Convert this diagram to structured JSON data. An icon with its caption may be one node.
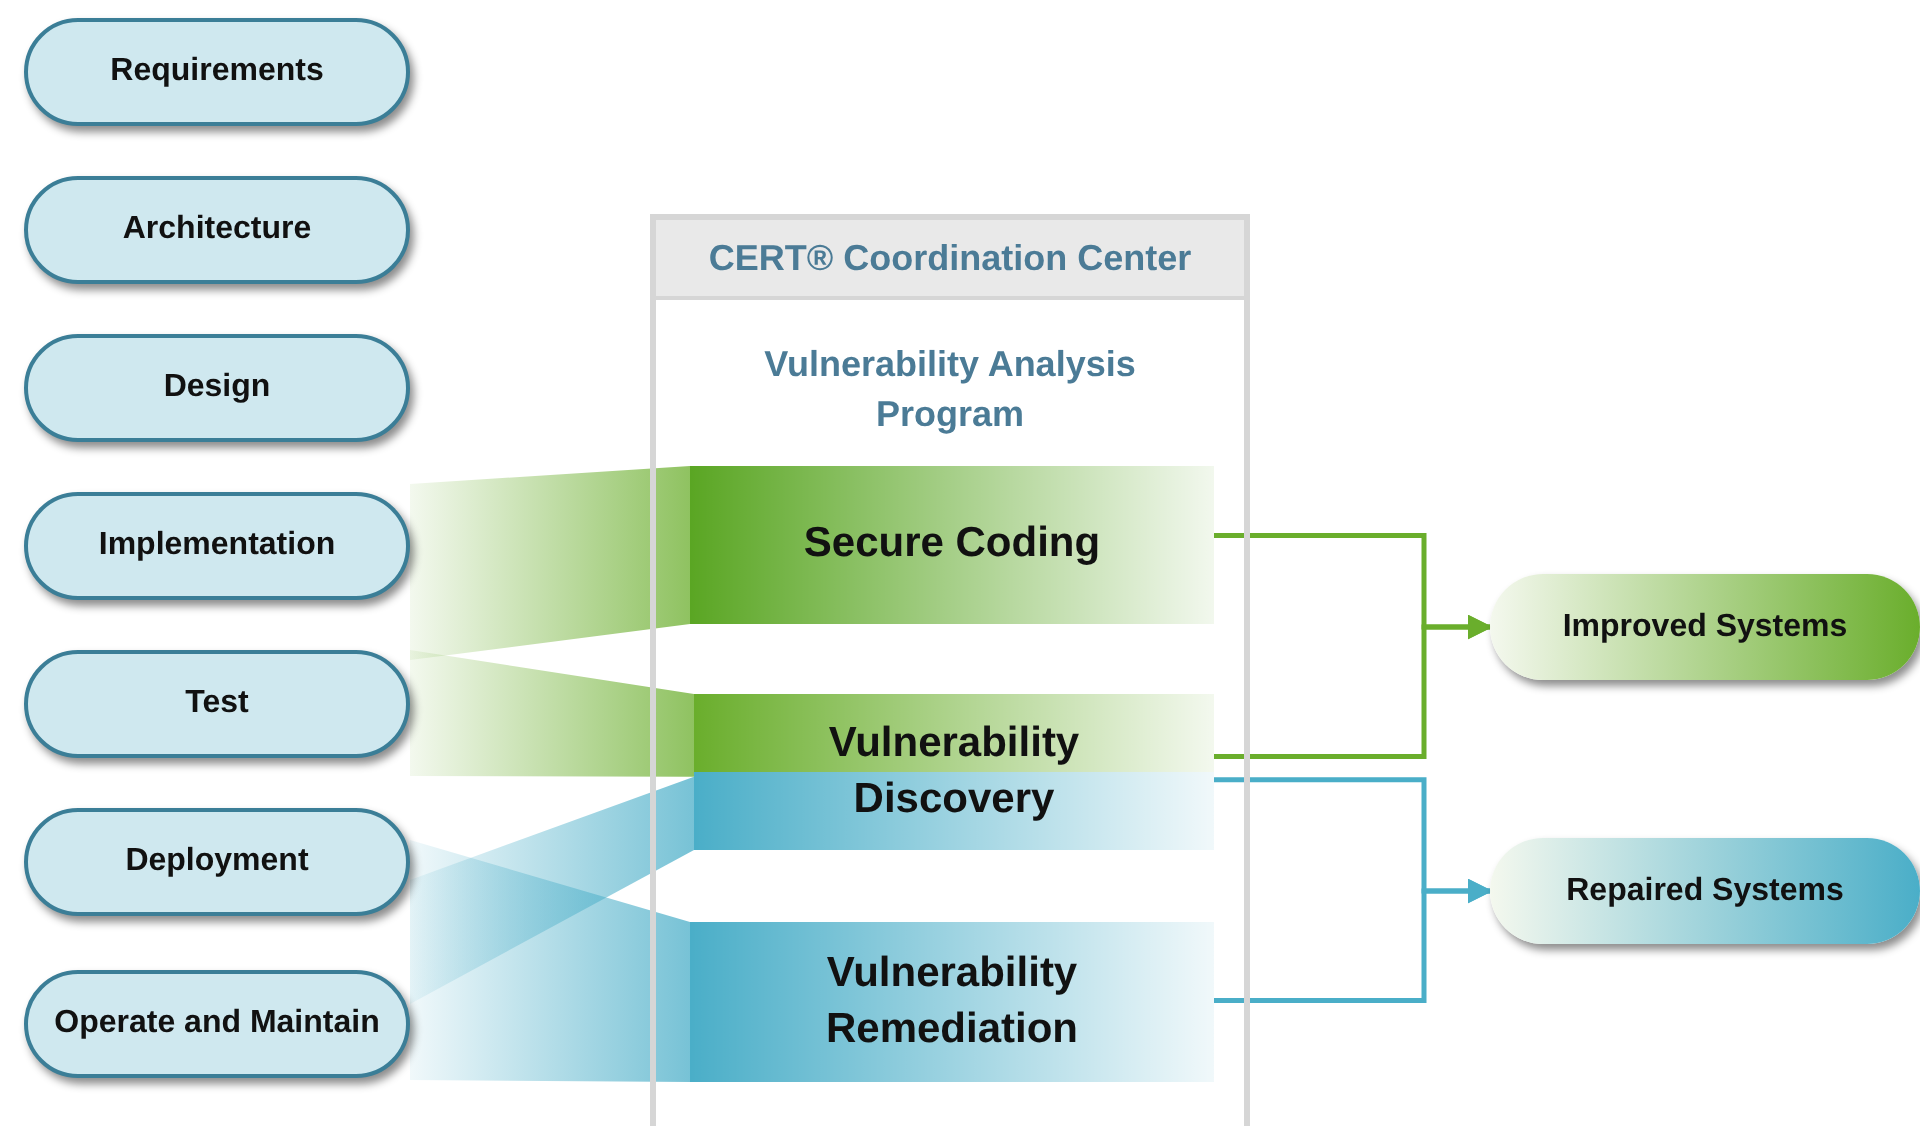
{
  "diagram": {
    "nodes": [
      {
        "text": [
          "Requirements"
        ]
      },
      {
        "text": [
          "Architecture"
        ]
      },
      {
        "text": [
          "Design"
        ]
      },
      {
        "text": [
          "Implementation"
        ]
      },
      {
        "text": [
          "Test"
        ]
      },
      {
        "text": [
          "Deployment"
        ]
      },
      {
        "text": [
          "Operate and Maintain"
        ]
      },
      {
        "text": [
          "CERT® Coordination Center",
          "Vulnerability Analysis Program"
        ]
      },
      {
        "text": [
          "Secure Coding"
        ],
        "in": 7
      },
      {
        "text": [
          "Vulnerability Discovery"
        ],
        "in": 7
      },
      {
        "text": [
          "Vulnerability Remediation"
        ],
        "in": 7
      },
      {
        "text": [
          "Improved Systems"
        ]
      },
      {
        "text": [
          "Repaired Systems"
        ]
      }
    ],
    "edges": [
      {
        "from": 3,
        "to": 8,
        "arrow": "none",
        "style": "thick",
        "color": "#6aae2c"
      },
      {
        "from": 4,
        "to": 9,
        "arrow": "none",
        "style": "thick",
        "color": "#6aae2c"
      },
      {
        "from": 5,
        "to": 9,
        "arrow": "none",
        "style": "thick",
        "color": "#4aaec8"
      },
      {
        "from": 6,
        "to": 10,
        "arrow": "none",
        "style": "thick",
        "color": "#4aaec8"
      },
      {
        "from": 8,
        "to": 11,
        "arrow": "to",
        "color": "#6aae2c"
      },
      {
        "from": 9,
        "to": 11,
        "arrow": "to",
        "color": "#6aae2c"
      },
      {
        "from": 9,
        "to": 12,
        "arrow": "to",
        "color": "#4aaec8"
      },
      {
        "from": 10,
        "to": 12,
        "arrow": "to",
        "color": "#4aaec8"
      }
    ]
  }
}
